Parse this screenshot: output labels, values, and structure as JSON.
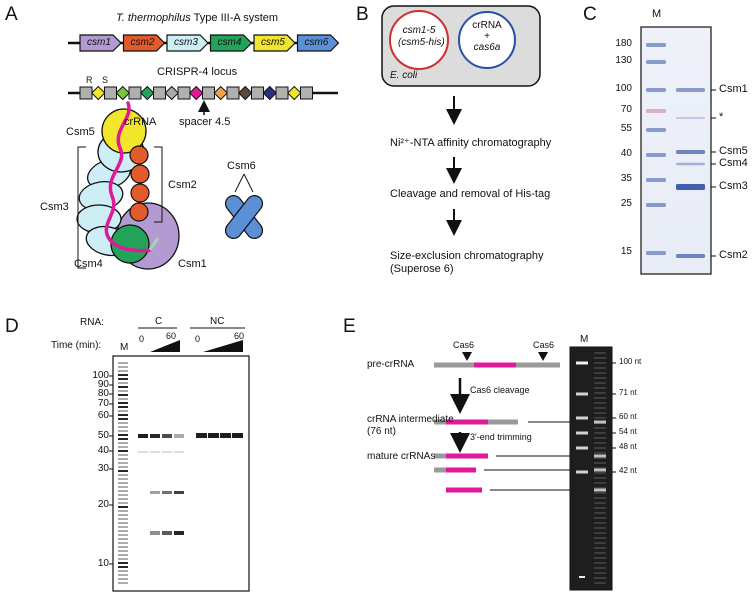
{
  "colors": {
    "csm1": "#b39ad1",
    "csm2": "#e35a2b",
    "csm3": "#cdeef4",
    "csm4": "#23a35a",
    "csm5": "#f2e62c",
    "csm6": "#5b8fd6",
    "crRNA": "#e0199a",
    "gel_band": "#3a55a8",
    "repeat": "#b0b0b0"
  },
  "panelA": {
    "letter": "A",
    "system_title": "T. thermophilus Type III-A system",
    "genes": [
      "csm1",
      "csm2",
      "csm3",
      "csm4",
      "csm5",
      "csm6"
    ],
    "locus_title": "CRISPR-4 locus",
    "repeat_label": "R",
    "spacer_label": "S",
    "spacer_pointer": "spacer 4.5",
    "complex": {
      "crRNA": "crRNA",
      "csm5": "Csm5",
      "csm3": "Csm3",
      "csm2": "Csm2",
      "csm4": "Csm4",
      "csm1": "Csm1",
      "csm6": "Csm6"
    }
  },
  "panelB": {
    "letter": "B",
    "plasmid1_line1": "csm1-5",
    "plasmid1_line2": "(csm5-his)",
    "plasmid2_line1": "crRNA",
    "plasmid2_line2": "+",
    "plasmid2_line3": "cas6a",
    "host": "E. coli",
    "step1": "Ni²⁺-NTA affinity chromatography",
    "step2": "Cleavage and removal of His-tag",
    "step3_line1": "Size-exclusion chromatography",
    "step3_line2": "(Superose 6)"
  },
  "panelC": {
    "letter": "C",
    "marker_label": "M",
    "markers": [
      "180",
      "130",
      "100",
      "70",
      "55",
      "40",
      "35",
      "25",
      "15"
    ],
    "bands": [
      "Csm1",
      "*",
      "Csm5",
      "Csm4",
      "Csm3",
      "Csm2"
    ]
  },
  "panelD": {
    "letter": "D",
    "rna_label": "RNA:",
    "group_c": "C",
    "group_nc": "NC",
    "time_label": "Time (min):",
    "time_start": "0",
    "time_end": "60",
    "marker_label": "M",
    "ladder": [
      "100",
      "90",
      "80",
      "70",
      "60",
      "50",
      "40",
      "30",
      "20",
      "10"
    ]
  },
  "panelE": {
    "letter": "E",
    "cas6_left": "Cas6",
    "cas6_right": "Cas6",
    "pre_crRNA": "pre-crRNA",
    "cleavage": "Cas6 cleavage",
    "intermediate_line1": "crRNA intermediate",
    "intermediate_line2": "(76 nt)",
    "trimming": "3'-end trimming",
    "mature": "mature crRNAs",
    "marker_label": "M",
    "gel_labels": [
      "100 nt",
      "71 nt",
      "60 nt",
      "54 nt",
      "48 nt",
      "42 nt"
    ]
  }
}
